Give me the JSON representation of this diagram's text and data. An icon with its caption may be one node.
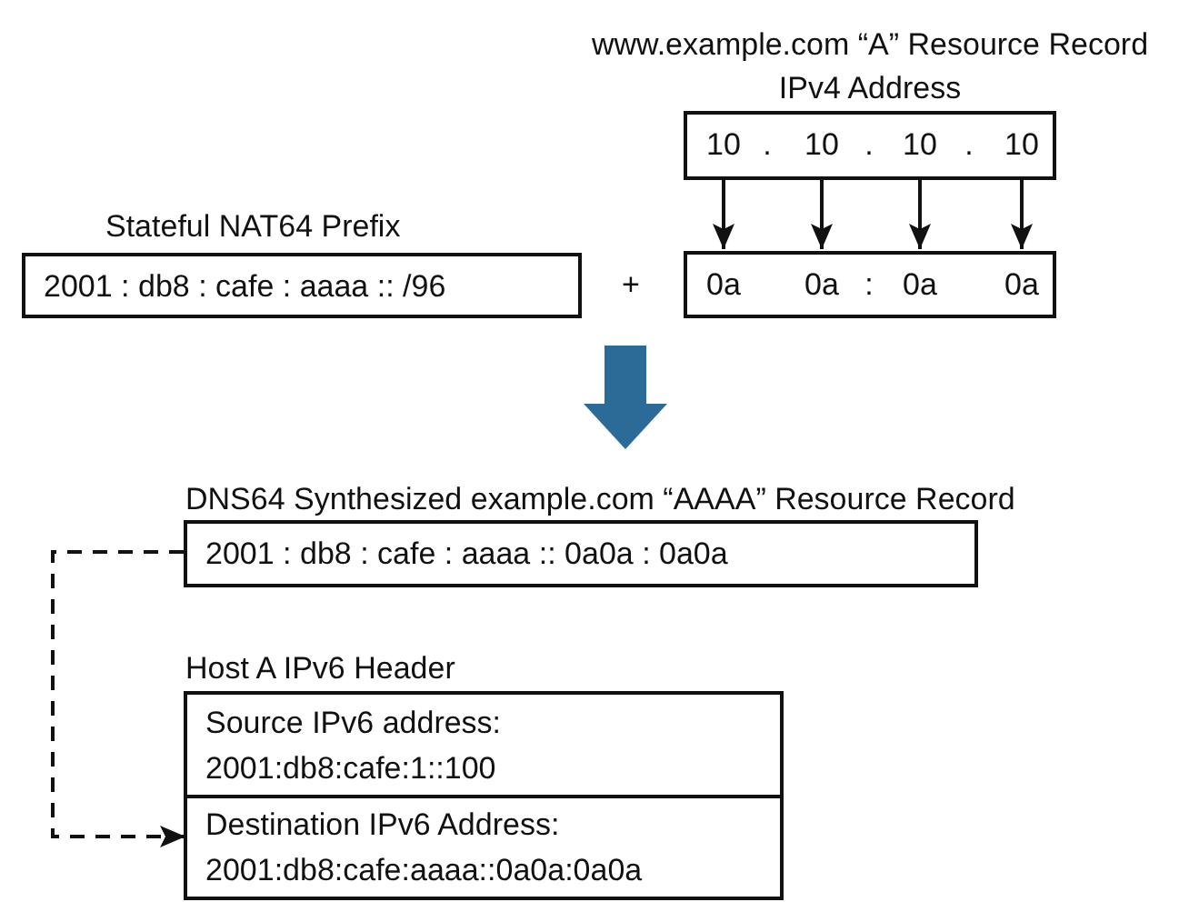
{
  "diagram": {
    "nodes": [
      {
        "text": [
          "Stateful NAT64 Prefix",
          "2001 : db8 : cafe : aaaa :: /96"
        ]
      },
      {
        "text": [
          "www.example.com “A” Resource Record IPv4 Address"
        ]
      },
      {
        "text": [
          "10"
        ],
        "in": 1
      },
      {
        "text": [
          "10"
        ],
        "in": 1
      },
      {
        "text": [
          "10"
        ],
        "in": 1
      },
      {
        "text": [
          "10"
        ],
        "in": 1
      },
      {
        "text": [],
        "shape": "box"
      },
      {
        "text": [
          "0a"
        ],
        "in": 6
      },
      {
        "text": [
          "0a"
        ],
        "in": 6
      },
      {
        "text": [
          "0a"
        ],
        "in": 6
      },
      {
        "text": [
          "0a"
        ],
        "in": 6
      },
      {
        "text": [
          "DNS64 Synthesized example.com “AAAA” Resource Record",
          "2001 : db8 : cafe : aaaa :: 0a0a : 0a0a"
        ]
      },
      {
        "text": [
          "Host A IPv6 Header"
        ]
      },
      {
        "text": [
          "Source IPv6 address:",
          "2001:db8:cafe:1::100"
        ],
        "in": 12
      },
      {
        "text": [
          "Destination IPv6 Address:",
          "2001:db8:cafe:aaaa::0a0a:0a0a"
        ],
        "in": 12
      }
    ],
    "edges": [
      {
        "from": 2,
        "to": 7,
        "arrow": "to"
      },
      {
        "from": 3,
        "to": 8,
        "arrow": "to"
      },
      {
        "from": 4,
        "to": 9,
        "arrow": "to"
      },
      {
        "from": 5,
        "to": 10,
        "arrow": "to"
      },
      {
        "from": null,
        "to": 11,
        "arrow": "to",
        "style": "thick",
        "color": "#2c6a97"
      },
      {
        "from": 11,
        "to": 14,
        "arrow": "to",
        "style": "dashed"
      }
    ],
    "labels": [
      ".",
      ".",
      ".",
      "+",
      ":"
    ]
  }
}
